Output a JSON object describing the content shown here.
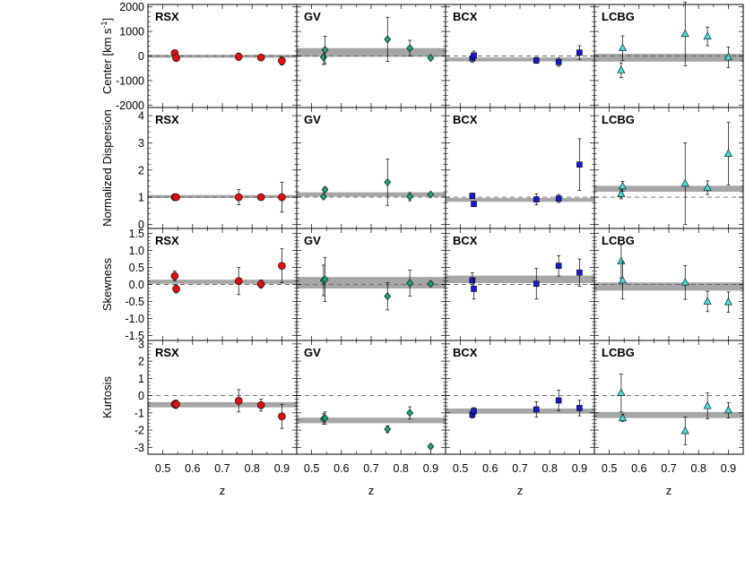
{
  "chart_data": {
    "type": "scatter",
    "x_label": "z",
    "x_range": [
      0.45,
      0.95
    ],
    "x_ticks": [
      0.5,
      0.6,
      0.7,
      0.8,
      0.9
    ],
    "x_tick_labels": [
      "0.5",
      "0.6",
      "0.7",
      "0.8",
      "0.9"
    ],
    "columns": [
      {
        "label": "RSX",
        "color": "#e01010",
        "marker": "circle"
      },
      {
        "label": "GV",
        "color": "#1fa37a",
        "marker": "diamond"
      },
      {
        "label": "BCX",
        "color": "#1a1ad6",
        "marker": "square"
      },
      {
        "label": "LCBG",
        "color": "#40e0e0",
        "marker": "triangle"
      }
    ],
    "rows": [
      {
        "y_label_main": "Center [km s",
        "y_label_sup": "-1",
        "y_label_end": "]",
        "y_range": [
          -2100,
          2100
        ],
        "y_ticks": [
          -2000,
          -1000,
          0,
          1000,
          2000
        ],
        "y_tick_labels": [
          "-2000",
          "-1000",
          "0",
          "1000",
          "2000"
        ],
        "reference": 0,
        "panels": [
          {
            "band": [
              -70,
              50
            ],
            "x": [
              0.54,
              0.545,
              0.755,
              0.83,
              0.9
            ],
            "y": [
              120,
              -80,
              -30,
              -60,
              -200
            ],
            "err": [
              60,
              60,
              150,
              120,
              170
            ]
          },
          {
            "band": [
              -30,
              320
            ],
            "x": [
              0.54,
              0.545,
              0.755,
              0.83,
              0.9
            ],
            "y": [
              -50,
              250,
              680,
              320,
              -80
            ],
            "err": [
              300,
              560,
              900,
              320,
              60
            ]
          },
          {
            "band": [
              -220,
              -60
            ],
            "x": [
              0.54,
              0.545,
              0.755,
              0.83,
              0.9
            ],
            "y": [
              -100,
              20,
              -180,
              -250,
              140
            ],
            "err": [
              150,
              180,
              120,
              170,
              280
            ]
          },
          {
            "band": [
              -230,
              90
            ],
            "x": [
              0.54,
              0.545,
              0.755,
              0.83,
              0.9
            ],
            "y": [
              -580,
              320,
              900,
              800,
              -50
            ],
            "err": [
              300,
              500,
              1300,
              380,
              420
            ]
          }
        ]
      },
      {
        "y_label_main": "Normalized Dispersion",
        "y_range": [
          -0.15,
          4.3
        ],
        "y_ticks": [
          0,
          1,
          2,
          3,
          4
        ],
        "y_tick_labels": [
          "0",
          "1",
          "2",
          "3",
          "4"
        ],
        "reference": 1,
        "panels": [
          {
            "band": [
              0.97,
              1.08
            ],
            "x": [
              0.54,
              0.545,
              0.755,
              0.83,
              0.9
            ],
            "y": [
              1.0,
              1.0,
              1.0,
              1.0,
              1.0
            ],
            "err": [
              0.05,
              0.05,
              0.28,
              0.1,
              0.55
            ]
          },
          {
            "band": [
              1.02,
              1.18
            ],
            "x": [
              0.54,
              0.545,
              0.755,
              0.83,
              0.9
            ],
            "y": [
              1.02,
              1.28,
              1.55,
              1.02,
              1.1
            ],
            "err": [
              0.05,
              0.08,
              0.85,
              0.15,
              0.05
            ]
          },
          {
            "band": [
              0.83,
              0.97
            ],
            "x": [
              0.54,
              0.545,
              0.755,
              0.83,
              0.9
            ],
            "y": [
              1.05,
              0.75,
              0.92,
              0.95,
              2.2
            ],
            "err": [
              0.1,
              0.1,
              0.2,
              0.15,
              0.95
            ]
          },
          {
            "band": [
              1.2,
              1.42
            ],
            "x": [
              0.54,
              0.545,
              0.755,
              0.83,
              0.9
            ],
            "y": [
              1.12,
              1.4,
              1.5,
              1.35,
              2.6
            ],
            "err": [
              0.18,
              0.18,
              1.5,
              0.25,
              1.15
            ]
          }
        ]
      },
      {
        "y_label_main": "Skewness",
        "y_range": [
          -1.65,
          1.65
        ],
        "y_ticks": [
          -1.5,
          -1.0,
          -0.5,
          0.0,
          0.5,
          1.0,
          1.5
        ],
        "y_tick_labels": [
          "-1.5",
          "-1.0",
          "-0.5",
          "0.0",
          "0.5",
          "1.0",
          "1.5"
        ],
        "reference": 0,
        "panels": [
          {
            "band": [
              0.02,
              0.14
            ],
            "x": [
              0.54,
              0.545,
              0.755,
              0.83,
              0.9
            ],
            "y": [
              0.25,
              -0.13,
              0.1,
              0.01,
              0.55
            ],
            "err": [
              0.15,
              0.12,
              0.4,
              0.12,
              0.5
            ]
          },
          {
            "band": [
              -0.12,
              0.22
            ],
            "x": [
              0.54,
              0.545,
              0.755,
              0.83,
              0.9
            ],
            "y": [
              0.12,
              0.15,
              -0.35,
              0.04,
              0.02
            ],
            "err": [
              0.45,
              0.65,
              0.4,
              0.38,
              0.05
            ]
          },
          {
            "band": [
              0.04,
              0.26
            ],
            "x": [
              0.54,
              0.545,
              0.755,
              0.83,
              0.9
            ],
            "y": [
              0.12,
              -0.13,
              0.02,
              0.55,
              0.35
            ],
            "err": [
              0.22,
              0.3,
              0.45,
              0.3,
              0.4
            ]
          },
          {
            "band": [
              -0.18,
              0.06
            ],
            "x": [
              0.54,
              0.545,
              0.755,
              0.83,
              0.9
            ],
            "y": [
              0.68,
              0.12,
              0.06,
              -0.5,
              -0.52
            ],
            "err": [
              0.5,
              0.55,
              0.5,
              0.3,
              0.3
            ]
          }
        ]
      },
      {
        "y_label_main": "Kurtosis",
        "y_range": [
          -3.4,
          3.2
        ],
        "y_ticks": [
          -3,
          -2,
          -1,
          0,
          1,
          2,
          3
        ],
        "y_tick_labels": [
          "-3",
          "-2",
          "-1",
          "0",
          "1",
          "2",
          "3"
        ],
        "reference": 0,
        "panels": [
          {
            "band": [
              -0.68,
              -0.38
            ],
            "x": [
              0.54,
              0.545,
              0.755,
              0.83,
              0.9
            ],
            "y": [
              -0.5,
              -0.5,
              -0.3,
              -0.55,
              -1.2
            ],
            "err": [
              0.2,
              0.25,
              0.65,
              0.35,
              0.7
            ]
          },
          {
            "band": [
              -1.6,
              -1.28
            ],
            "x": [
              0.54,
              0.545,
              0.755,
              0.83,
              0.9
            ],
            "y": [
              -1.35,
              -1.3,
              -1.95,
              -1.0,
              -2.95
            ],
            "err": [
              0.3,
              0.35,
              0.2,
              0.35,
              0.1
            ]
          },
          {
            "band": [
              -1.05,
              -0.75
            ],
            "x": [
              0.54,
              0.545,
              0.755,
              0.83,
              0.9
            ],
            "y": [
              -1.1,
              -0.9,
              -0.8,
              -0.28,
              -0.72
            ],
            "err": [
              0.2,
              0.2,
              0.45,
              0.6,
              0.45
            ]
          },
          {
            "band": [
              -1.3,
              -0.95
            ],
            "x": [
              0.54,
              0.545,
              0.755,
              0.83,
              0.9
            ],
            "y": [
              0.15,
              -1.3,
              -2.05,
              -0.6,
              -0.85
            ],
            "err": [
              1.1,
              0.2,
              0.8,
              0.75,
              0.45
            ]
          }
        ]
      }
    ]
  }
}
